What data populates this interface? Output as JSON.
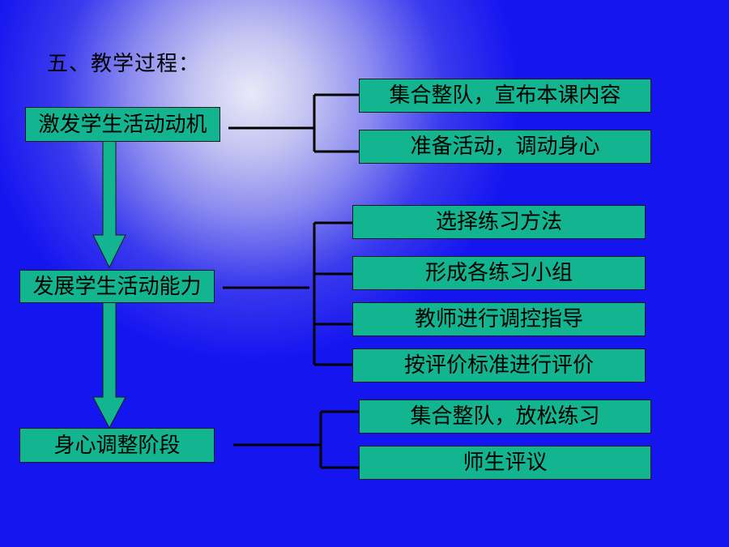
{
  "title": "五、教学过程：",
  "stages": [
    {
      "label": "激发学生活动动机",
      "items": [
        "集合整队，宣布本课内容",
        "准备活动，调动身心"
      ]
    },
    {
      "label": "发展学生活动能力",
      "items": [
        "选择练习方法",
        "形成各练习小组",
        "教师进行调控指导",
        "按评价标准进行评价"
      ]
    },
    {
      "label": "身心调整阶段",
      "items": [
        "集合整队，放松练习",
        "师生评议"
      ]
    }
  ],
  "colors": {
    "box_fill": "#12b58f",
    "line": "#000000",
    "background": "#1515f0"
  }
}
